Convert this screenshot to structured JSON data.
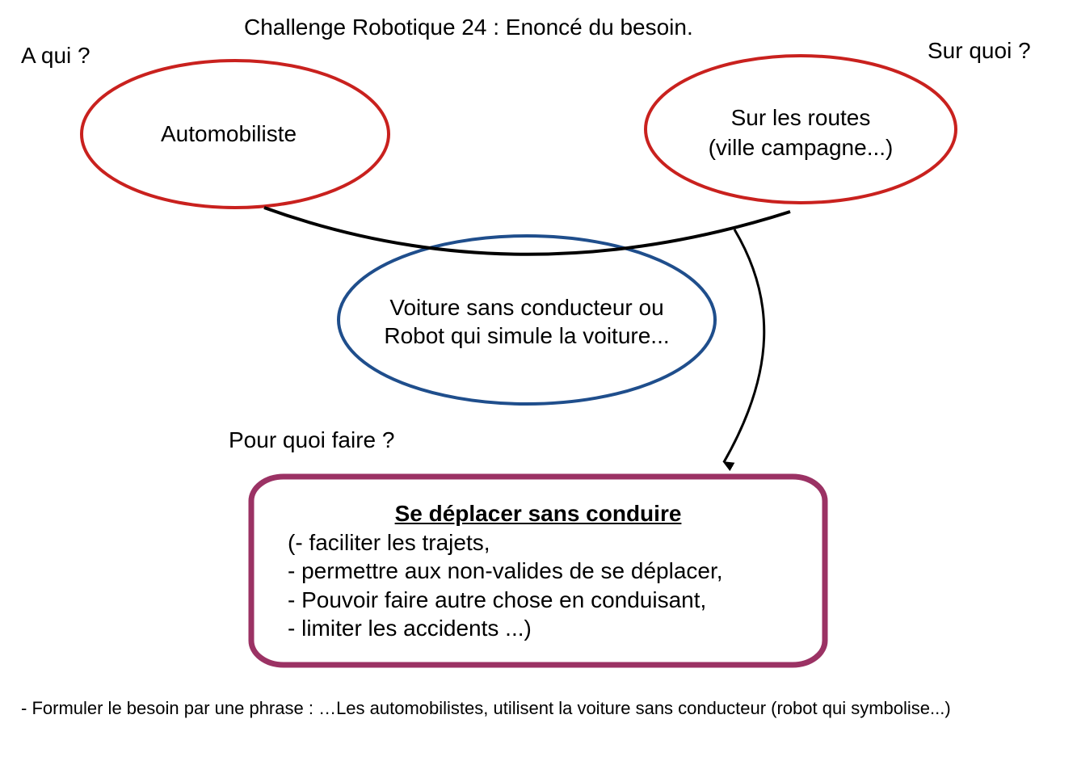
{
  "title": "Challenge Robotique 24 : Enoncé du besoin.",
  "questions": {
    "who": "A qui ?",
    "what_on": "Sur quoi ?",
    "what_for": "Pour quoi faire ?"
  },
  "nodes": {
    "user": "Automobiliste",
    "matter": [
      "Sur les routes",
      "(ville campagne...)"
    ],
    "product": [
      "Voiture sans conducteur ou",
      "Robot qui simule la voiture..."
    ]
  },
  "need": {
    "heading": "Se déplacer sans conduire",
    "lines": [
      "(- faciliter les trajets,",
      "- permettre aux non-valides de se déplacer,",
      "- Pouvoir faire autre chose en conduisant,",
      "- limiter les accidents ...)"
    ]
  },
  "footer": "- Formuler le besoin par une phrase : …Les automobilistes, utilisent la voiture sans conducteur (robot qui symbolise...)",
  "colors": {
    "user_node": "#c9211e",
    "product_node": "#1f4e8c",
    "need_box": "#9b3264",
    "connectors": "#000000"
  }
}
